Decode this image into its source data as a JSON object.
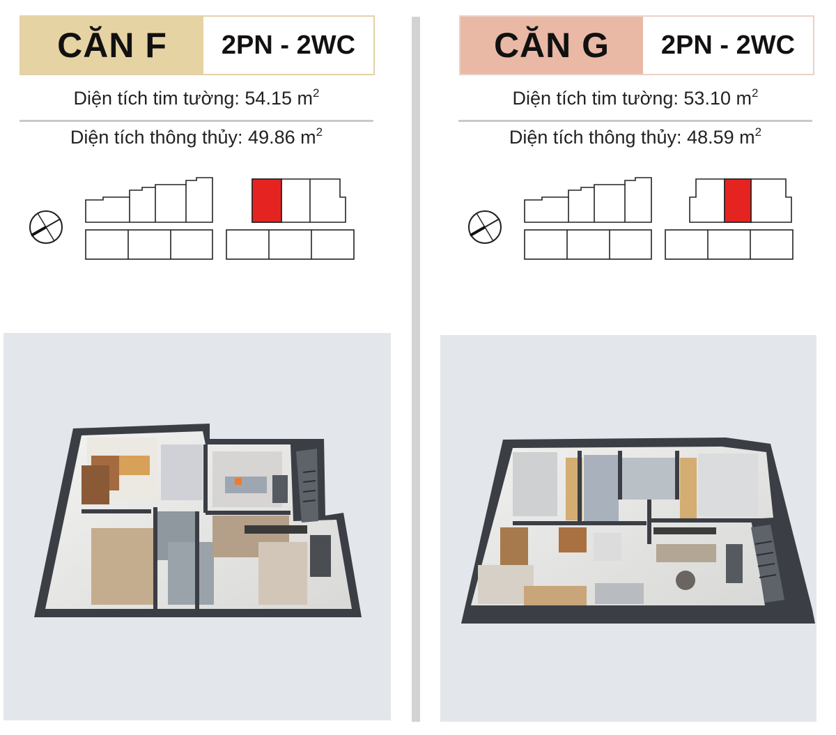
{
  "units": [
    {
      "name": "CĂN F",
      "type": "2PN - 2WC",
      "area_wall_center_label": "Diện tích tim tường: 54.15  m",
      "area_clear_label": "Diện tích thông thủy: 49.86 m",
      "area_unit_sup": "2",
      "highlight_index": 0,
      "header_color": "#e6d3a3"
    },
    {
      "name": "CĂN G",
      "type": "2PN - 2WC",
      "area_wall_center_label": "Diện tích tim tường: 53.10  m",
      "area_clear_label": "Diện tích thông thủy: 48.59 m",
      "area_unit_sup": "2",
      "highlight_index": 1,
      "header_color": "#e9b9a6"
    }
  ],
  "colors": {
    "highlight": "#e52421",
    "divider": "#d3d3d5",
    "plan_background": "#e3e6ea"
  },
  "icons": [
    "compass-icon"
  ]
}
